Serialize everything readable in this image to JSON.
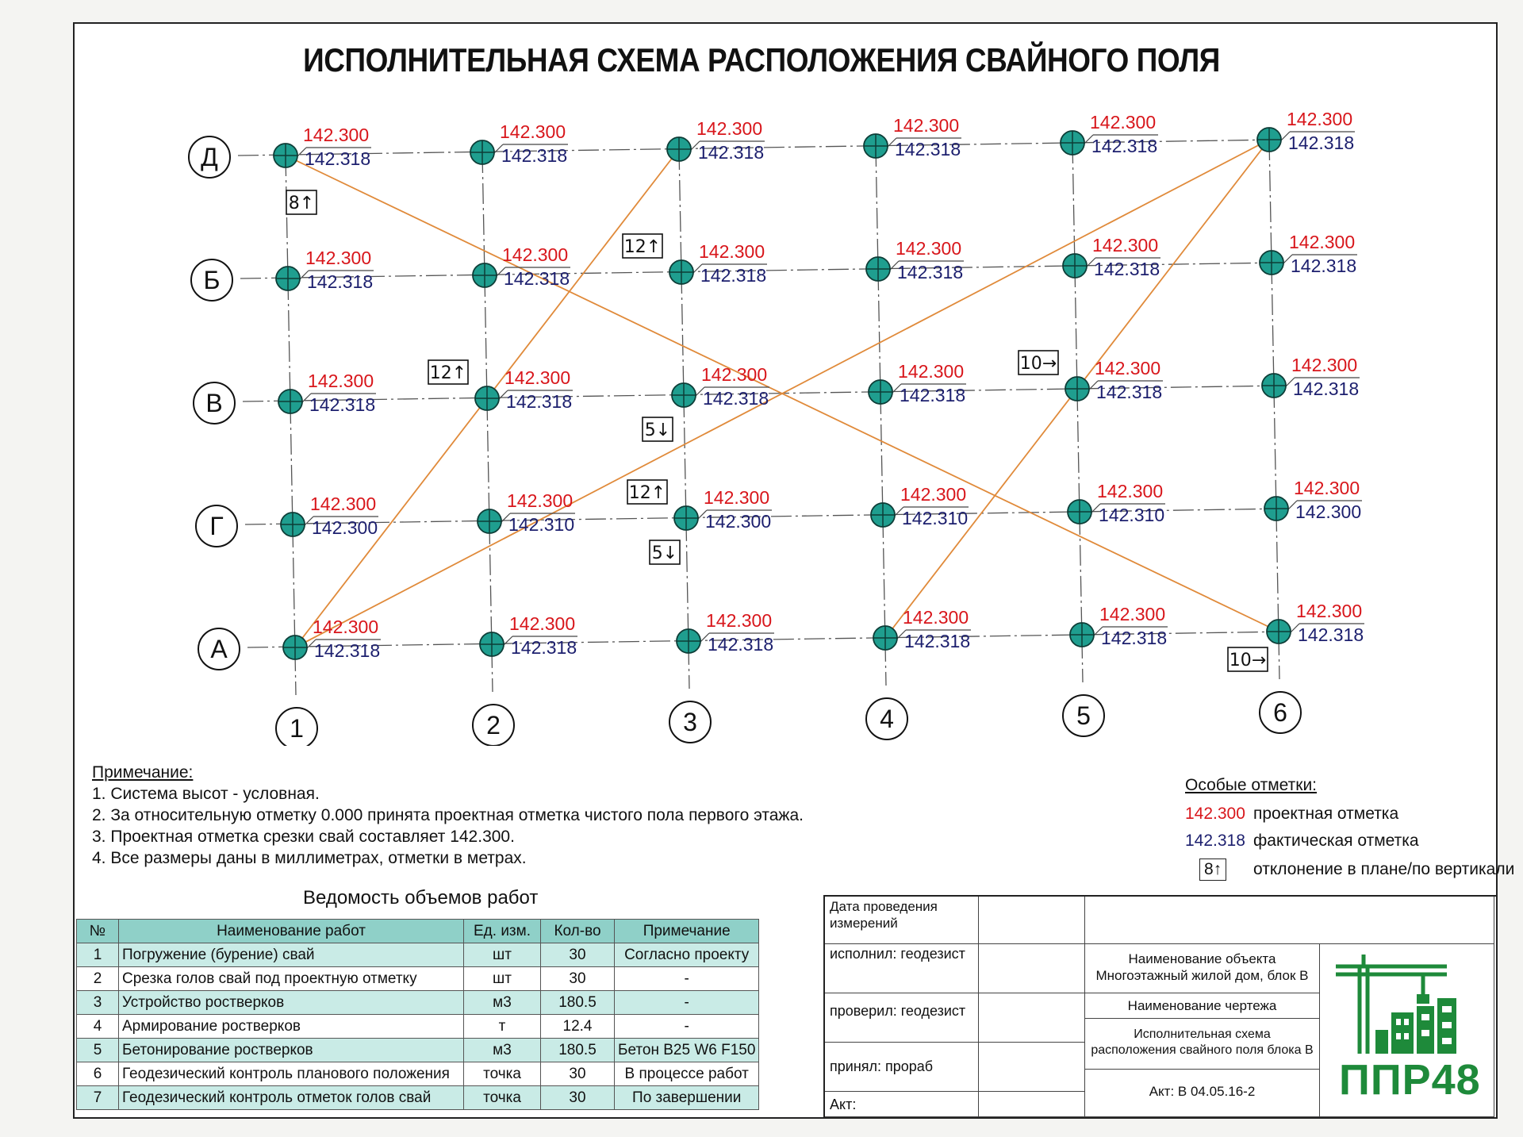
{
  "title": "ИСПОЛНИТЕЛЬНАЯ СХЕМА РАСПОЛОЖЕНИЯ СВАЙНОГО ПОЛЯ",
  "colors": {
    "design": "#d8161b",
    "actual": "#1c1f6e",
    "pile": "#1f9e8f",
    "diagonal": "#e08a3a"
  },
  "grid": {
    "rows": [
      "Д",
      "Б",
      "В",
      "Г",
      "А"
    ],
    "cols": [
      "1",
      "2",
      "3",
      "4",
      "5",
      "6"
    ],
    "elevations": [
      [
        [
          "142.300",
          "142.318"
        ],
        [
          "142.300",
          "142.318"
        ],
        [
          "142.300",
          "142.318"
        ],
        [
          "142.300",
          "142.318"
        ],
        [
          "142.300",
          "142.318"
        ],
        [
          "142.300",
          "142.318"
        ]
      ],
      [
        [
          "142.300",
          "142.318"
        ],
        [
          "142.300",
          "142.318"
        ],
        [
          "142.300",
          "142.318"
        ],
        [
          "142.300",
          "142.318"
        ],
        [
          "142.300",
          "142.318"
        ],
        [
          "142.300",
          "142.318"
        ]
      ],
      [
        [
          "142.300",
          "142.318"
        ],
        [
          "142.300",
          "142.318"
        ],
        [
          "142.300",
          "142.318"
        ],
        [
          "142.300",
          "142.318"
        ],
        [
          "142.300",
          "142.318"
        ],
        [
          "142.300",
          "142.318"
        ]
      ],
      [
        [
          "142.300",
          "142.300"
        ],
        [
          "142.300",
          "142.310"
        ],
        [
          "142.300",
          "142.300"
        ],
        [
          "142.300",
          "142.310"
        ],
        [
          "142.300",
          "142.310"
        ],
        [
          "142.300",
          "142.300"
        ]
      ],
      [
        [
          "142.300",
          "142.318"
        ],
        [
          "142.300",
          "142.318"
        ],
        [
          "142.300",
          "142.318"
        ],
        [
          "142.300",
          "142.318"
        ],
        [
          "142.300",
          "142.318"
        ],
        [
          "142.300",
          "142.318"
        ]
      ]
    ],
    "deviations": [
      {
        "row": 0,
        "col": 0,
        "text": "8↑",
        "side": "below"
      },
      {
        "row": 1,
        "col": 2,
        "text": "12↑",
        "side": "left"
      },
      {
        "row": 2,
        "col": 1,
        "text": "12↑",
        "side": "left"
      },
      {
        "row": 2,
        "col": 2,
        "text": "5↓",
        "side": "below"
      },
      {
        "row": 2,
        "col": 4,
        "text": "10→",
        "side": "left"
      },
      {
        "row": 3,
        "col": 2,
        "text": "12↑",
        "side": "left"
      },
      {
        "row": 3,
        "col": 2,
        "text": "5↓",
        "side": "below"
      },
      {
        "row": 4,
        "col": 5,
        "text": "10→",
        "side": "below"
      }
    ],
    "diagonals": [
      [
        0,
        0,
        4,
        5
      ],
      [
        4,
        0,
        0,
        2
      ],
      [
        4,
        0,
        0,
        5
      ],
      [
        4,
        3,
        0,
        5
      ]
    ]
  },
  "notes": {
    "heading": "Примечание:",
    "items": [
      "1. Система высот - условная.",
      "2. За относительную отметку 0.000 принята проектная отметка чистого пола первого этажа.",
      "3. Проектная отметка срезки свай составляет 142.300.",
      "4. Все размеры даны в миллиметрах, отметки в метрах."
    ]
  },
  "legend": {
    "heading": "Особые отметки:",
    "design_value": "142.300",
    "design_label": "проектная отметка",
    "actual_value": "142.318",
    "actual_label": "фактическая отметка",
    "dev_value": "8↑",
    "dev_label": "отклонение в плане/по вертикали"
  },
  "volumes": {
    "title": "Ведомость объемов работ",
    "headers": [
      "№",
      "Наименование работ",
      "Ед. изм.",
      "Кол-во",
      "Примечание"
    ],
    "rows": [
      [
        "1",
        "Погружение (бурение) свай",
        "шт",
        "30",
        "Согласно проекту"
      ],
      [
        "2",
        "Срезка голов свай под проектную отметку",
        "шт",
        "30",
        "-"
      ],
      [
        "3",
        "Устройство ростверков",
        "м3",
        "180.5",
        "-"
      ],
      [
        "4",
        "Армирование ростверков",
        "т",
        "12.4",
        "-"
      ],
      [
        "5",
        "Бетонирование ростверков",
        "м3",
        "180.5",
        "Бетон B25 W6 F150"
      ],
      [
        "6",
        "Геодезический контроль планового положения",
        "точка",
        "30",
        "В процессе работ"
      ],
      [
        "7",
        "Геодезический контроль отметок голов свай",
        "точка",
        "30",
        "По завершении"
      ]
    ]
  },
  "stamp": {
    "date_label": "Дата проведения измерений",
    "performed": "исполнил: геодезист",
    "checked": "проверил: геодезист",
    "accepted": "принял: прораб",
    "act": "Акт:",
    "object_label": "Наименование объекта",
    "object_value": "Многоэтажный жилой дом, блок В",
    "drawing_label": "Наименование чертежа",
    "drawing_value": "Исполнительная схема расположения свайного поля блока В",
    "act_value": "Акт: В 04.05.16-2",
    "logo": "ППР48"
  }
}
